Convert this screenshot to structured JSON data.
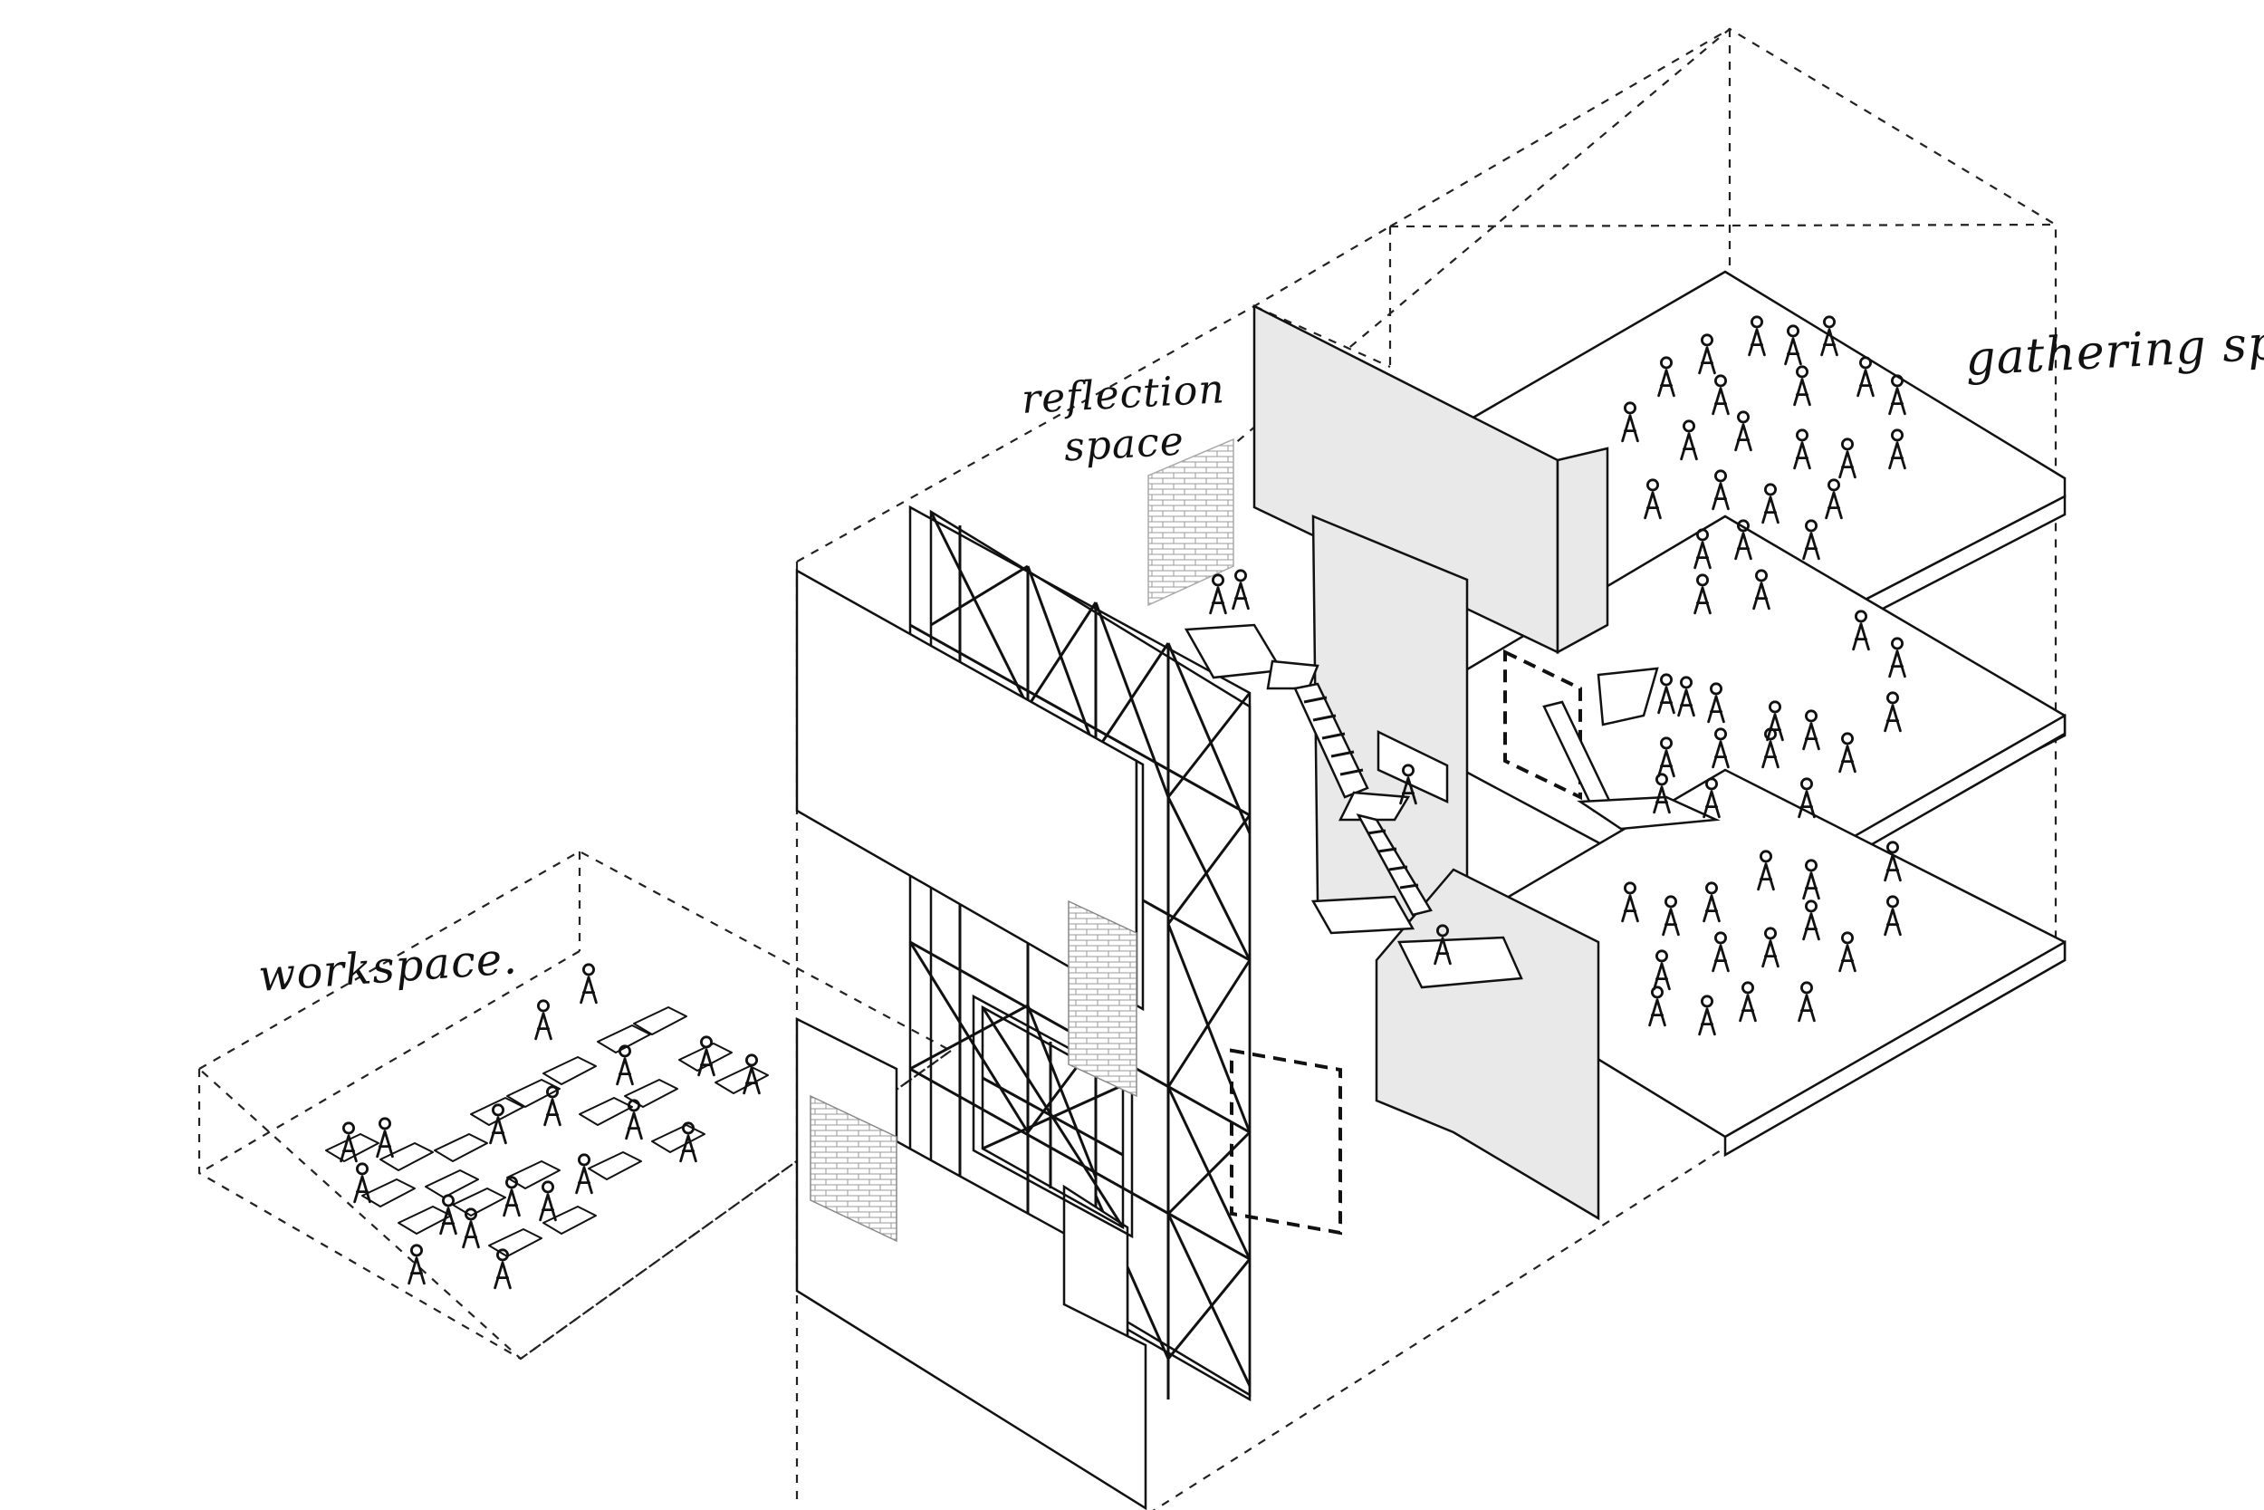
{
  "labels": {
    "workspace": "workspace.",
    "reflection_line1": "reflection",
    "reflection_line2": "space",
    "gathering": "gathering space."
  },
  "icons": [
    "person-figure-icon",
    "desk-icon",
    "brick-screen-icon",
    "stair-icon"
  ],
  "colors": {
    "ink": "#111111",
    "wall_fill": "#e9e9e9",
    "background": "#ffffff"
  }
}
